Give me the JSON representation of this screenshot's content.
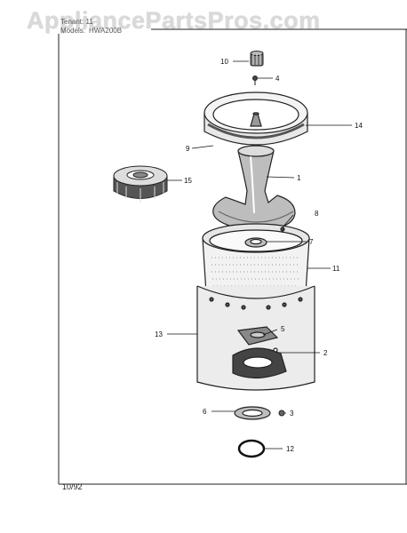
{
  "watermark": "AppliancePartsPros.com",
  "header": {
    "line1": "Tenant: 11",
    "models_label": "Models:",
    "models_value": "HWA200B"
  },
  "footer": {
    "date": "10/92"
  },
  "callouts": [
    "10",
    "4",
    "14",
    "9",
    "15",
    "1",
    "8",
    "7",
    "11",
    "13",
    "5",
    "2",
    "6",
    "3",
    "12"
  ]
}
